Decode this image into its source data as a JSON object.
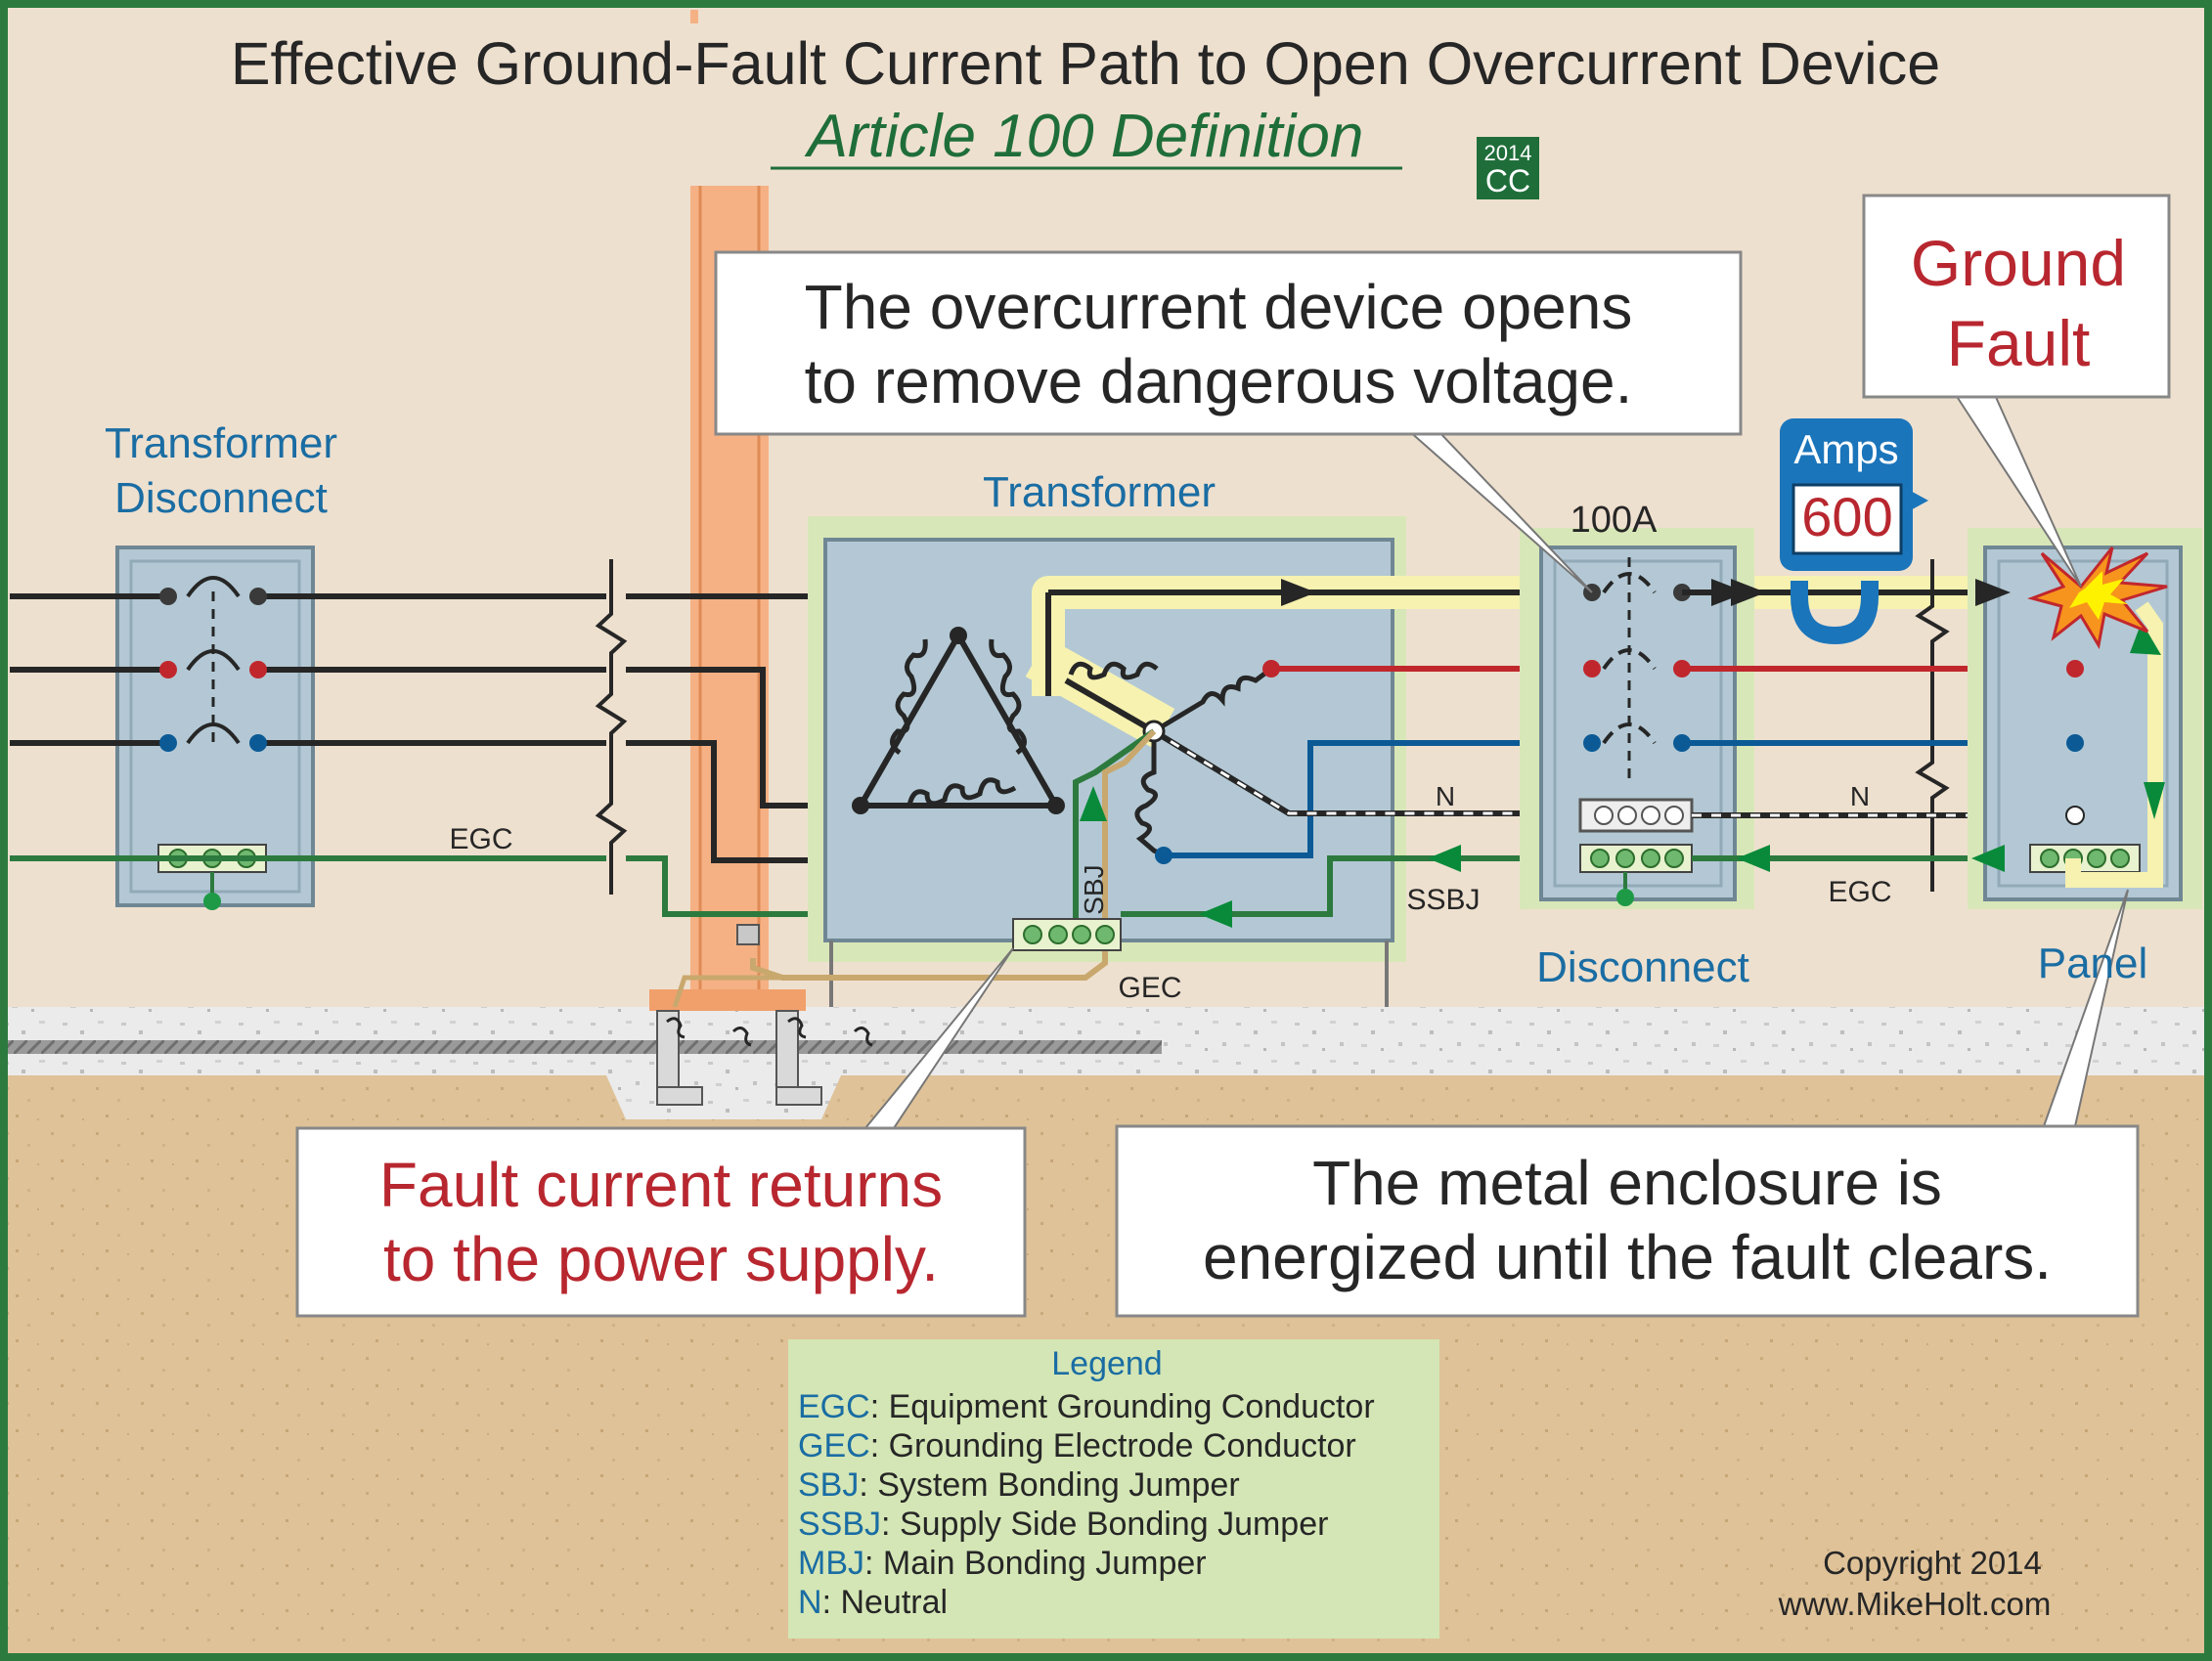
{
  "title": "Effective Ground-Fault Current Path to Open Overcurrent Device",
  "subtitle": "Article 100 Definition",
  "badge": {
    "year": "2014",
    "code": "CC"
  },
  "labels": {
    "transformer_disconnect": [
      "Transformer",
      "Disconnect"
    ],
    "transformer": "Transformer",
    "disconnect": "Disconnect",
    "panel": "Panel",
    "rating": "100A",
    "egc_left": "EGC",
    "egc_right": "EGC",
    "ssbj": "SSBJ",
    "sbj": "SBJ",
    "gec": "GEC",
    "neutral_1": "N",
    "neutral_2": "N"
  },
  "meter": {
    "label": "Amps",
    "value": "600"
  },
  "callouts": {
    "opens": [
      "The overcurrent device opens",
      "to remove dangerous voltage."
    ],
    "ground_fault": [
      "Ground",
      "Fault"
    ],
    "returns": [
      "Fault current returns",
      "to the power supply."
    ],
    "enclosure": [
      "The metal enclosure is",
      "energized until the fault clears."
    ]
  },
  "legend": {
    "title": "Legend",
    "items": [
      {
        "abbr": "EGC",
        "text": ": Equipment Grounding Conductor"
      },
      {
        "abbr": "GEC",
        "text": ": Grounding Electrode Conductor"
      },
      {
        "abbr": "SBJ",
        "text": ": System Bonding Jumper"
      },
      {
        "abbr": "SSBJ",
        "text": ": Supply Side Bonding Jumper"
      },
      {
        "abbr": "MBJ",
        "text": ": Main Bonding Jumper"
      },
      {
        "abbr": "N",
        "text": ": Neutral"
      }
    ]
  },
  "copyright": [
    "Copyright 2014",
    "www.MikeHolt.com"
  ],
  "colors": {
    "background": "#eee0cf",
    "enclosure": "#b3c8d4",
    "halo": "#d8e7b8",
    "fault_path": "#f7f2b0",
    "pole": "#f5b184",
    "soil": "#dfc298",
    "concrete": "#eaeaea",
    "line_black": "#262626",
    "line_red": "#c0272d",
    "line_blue": "#0b5a96",
    "line_green": "#2d7a3e",
    "arrow_green": "#098a3a",
    "label_blue": "#1a6da3",
    "title_green": "#1f6e3a",
    "callout_red": "#b8272f",
    "meter_blue": "#1b75bb"
  }
}
